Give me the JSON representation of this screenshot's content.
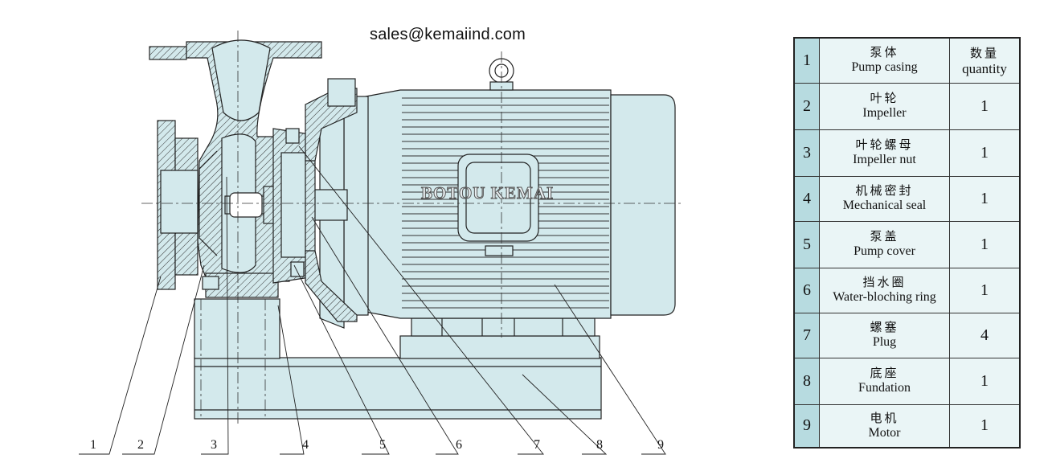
{
  "header": {
    "email": "sales@kemaiind.com"
  },
  "watermark": "BOTOU KEMAI",
  "callouts": [
    "1",
    "2",
    "3",
    "4",
    "5",
    "6",
    "7",
    "8",
    "9"
  ],
  "table": {
    "quantity_header": {
      "zh": "数量",
      "en": "quantity"
    },
    "rows": [
      {
        "no": "1",
        "zh": "泵体",
        "en": "Pump casing",
        "qty": ""
      },
      {
        "no": "2",
        "zh": "叶轮",
        "en": "Impeller",
        "qty": "1"
      },
      {
        "no": "3",
        "zh": "叶轮螺母",
        "en": "Impeller nut",
        "qty": "1"
      },
      {
        "no": "4",
        "zh": "机械密封",
        "en": "Mechanical seal",
        "qty": "1"
      },
      {
        "no": "5",
        "zh": "泵盖",
        "en": "Pump cover",
        "qty": "1"
      },
      {
        "no": "6",
        "zh": "挡水圈",
        "en": "Water-bloching ring",
        "qty": "1"
      },
      {
        "no": "7",
        "zh": "螺塞",
        "en": "Plug",
        "qty": "4"
      },
      {
        "no": "8",
        "zh": "底座",
        "en": "Fundation",
        "qty": "1"
      },
      {
        "no": "9",
        "zh": "电机",
        "en": "Motor",
        "qty": "1"
      }
    ]
  },
  "colors": {
    "fill": "#d3e9ec",
    "line": "#222222",
    "index_cell": "#b7dbe0",
    "cell": "#eaf5f6"
  }
}
